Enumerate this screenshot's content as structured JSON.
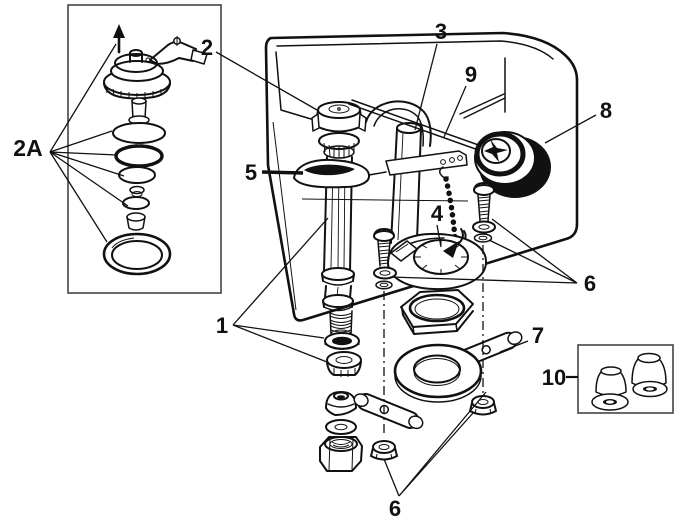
{
  "callouts": {
    "c1": "1",
    "c2": "2",
    "c2a": "2A",
    "c3": "3",
    "c4": "4",
    "c5": "5",
    "c6_right": "6",
    "c6_bottom": "6",
    "c7": "7",
    "c8": "8",
    "c9": "9",
    "c10": "10"
  },
  "colors": {
    "line": "#111111",
    "background": "#ffffff",
    "shade_gray": "#b5b5b5",
    "dark_fill": "#111111"
  }
}
